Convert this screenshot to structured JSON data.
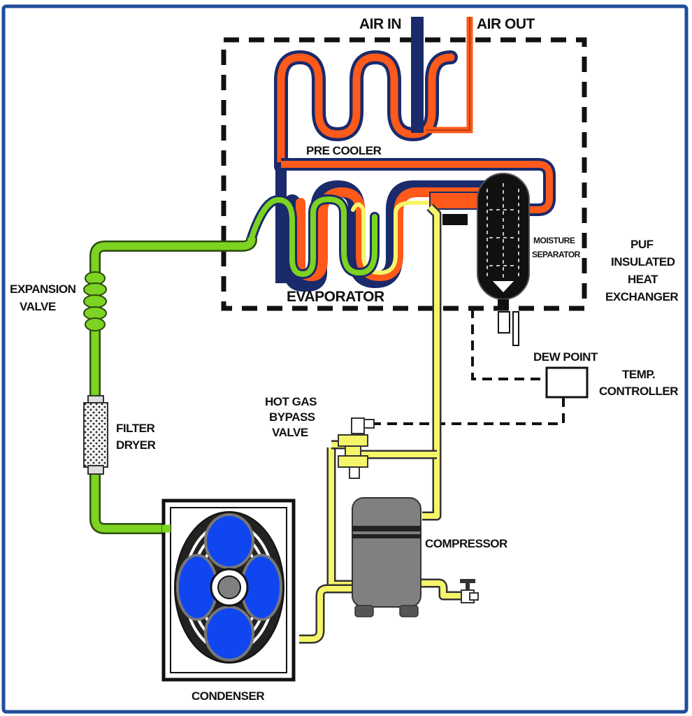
{
  "labels": {
    "air_in": "AIR IN",
    "air_out": "AIR OUT",
    "pre_cooler": "PRE COOLER",
    "evaporator": "EVAPORATOR",
    "moisture_separator_line1": "MOISTURE",
    "moisture_separator_line2": "SEPARATOR",
    "puf_line1": "PUF",
    "puf_line2": "INSULATED",
    "puf_line3": "HEAT",
    "puf_line4": "EXCHANGER",
    "expansion_valve_line1": "EXPANSION",
    "expansion_valve_line2": "VALVE",
    "filter_dryer_line1": "FILTER",
    "filter_dryer_line2": "DRYER",
    "hot_gas_line1": "HOT GAS",
    "hot_gas_line2": "BYPASS",
    "hot_gas_line3": "VALVE",
    "dew_point": "DEW POINT",
    "temp_controller_line1": "TEMP.",
    "temp_controller_line2": "CONTROLLER",
    "compressor": "COMPRESSOR",
    "condenser": "CONDENSER"
  },
  "colors": {
    "frame_border": "#1f4e9a",
    "hot_air_line": "#ff5a1a",
    "cold_air_line": "#1a2a6b",
    "liquid_refrigerant_line": "#7dd321",
    "suction_gas_line": "#f5f56a",
    "fan_blade": "#1046f0",
    "compressor_body": "#808080",
    "dashed_boundary": "#111111"
  }
}
